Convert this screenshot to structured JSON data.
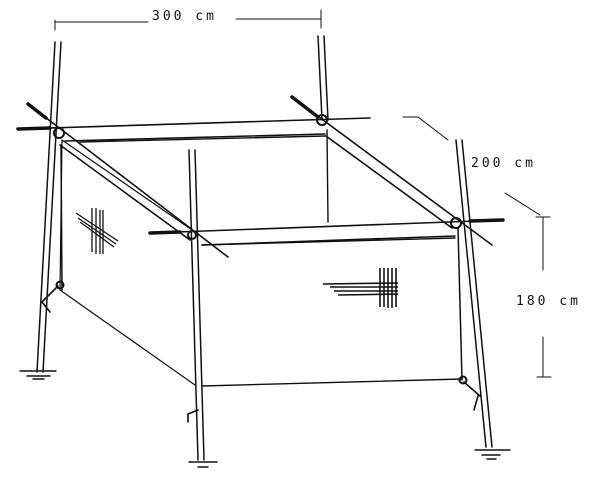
{
  "figure": {
    "type": "line-drawing",
    "subject": "pole frame screen enclosure",
    "stroke_color": "#111111",
    "background_color": "#ffffff"
  },
  "dimensions": {
    "width": {
      "value": 300,
      "unit": "cm",
      "label": "300 cm"
    },
    "depth": {
      "value": 200,
      "unit": "cm",
      "label": "200 cm"
    },
    "height": {
      "value": 180,
      "unit": "cm",
      "label": "180 cm"
    }
  }
}
